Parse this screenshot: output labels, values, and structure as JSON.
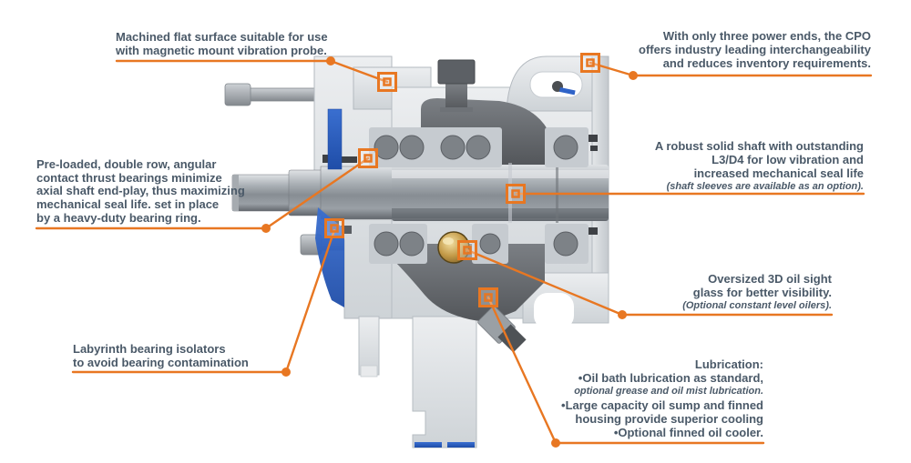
{
  "figure": {
    "title": "CPO pump power end cross-section infographic",
    "accent_color": "#E87722",
    "text_color": "#4A5968",
    "steel_blue": "#2F63C8"
  },
  "callouts": {
    "machined_flat": {
      "text": "Machined flat surface suitable for use\nwith magnetic mount vibration probe."
    },
    "power_ends": {
      "text": "With only three power ends, the CPO\noffers industry leading interchangeability\nand reduces inventory requirements."
    },
    "thrust_bearings": {
      "text": "Pre-loaded, double row, angular\ncontact thrust bearings minimize\naxial shaft end-play, thus maximizing\nmechanical seal life. set in place\nby a heavy-duty bearing ring."
    },
    "solid_shaft": {
      "text": "A robust solid shaft with outstanding\nL3/D4 for low vibration and\nincreased mechanical seal life",
      "note": "(shaft sleeves are available as an option)."
    },
    "oil_sight_glass": {
      "text": "Oversized 3D oil sight\nglass for better visibility.",
      "note": "(Optional constant level oilers)."
    },
    "labyrinth_isolators": {
      "text": "Labyrinth bearing isolators\nto avoid bearing contamination"
    },
    "lubrication": {
      "title": "Lubrication:",
      "line1": "•Oil bath lubrication as standard,",
      "note": "optional grease and oil mist lubrication.",
      "line2": "•Large capacity oil sump and finned\nhousing provide superior cooling\n•Optional finned oil cooler."
    }
  }
}
